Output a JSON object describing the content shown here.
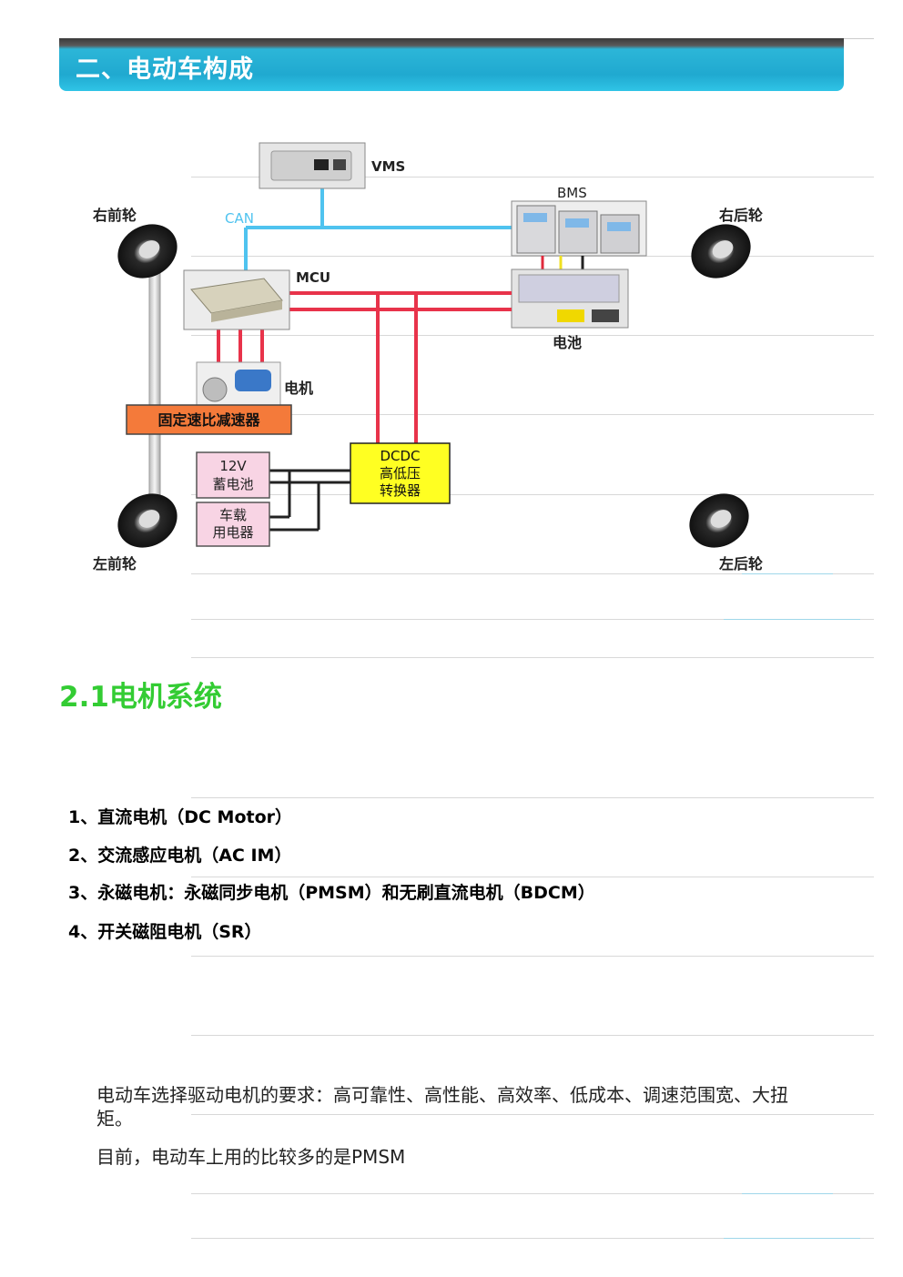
{
  "header": {
    "title": "二、电动车构成"
  },
  "diagram": {
    "vms": "VMS",
    "bms": "BMS",
    "can": "CAN",
    "mcu": "MCU",
    "battery": "电池",
    "motor": "电机",
    "reducer": "固定速比减速器",
    "dcdc_line1": "DCDC",
    "dcdc_line2": "高低压",
    "dcdc_line3": "转换器",
    "lv_battery_line1": "12V",
    "lv_battery_line2": "蓄电池",
    "onboard_line1": "车载",
    "onboard_line2": "用电器",
    "wheel_front_right": "右前轮",
    "wheel_rear_right": "右后轮",
    "wheel_front_left": "左前轮",
    "wheel_rear_left": "左后轮"
  },
  "section": {
    "title": "2.1电机系统",
    "items": [
      "1、直流电机（DC Motor）",
      "2、交流感应电机（AC IM）",
      "3、永磁电机：永磁同步电机（PMSM）和无刷直流电机（BDCM）",
      "4、开关磁阻电机（SR）"
    ],
    "para1": "电动车选择驱动电机的要求：高可靠性、高性能、高效率、低成本、调速范围宽、大扭矩。",
    "para2": "目前，电动车上用的比较多的是PMSM"
  }
}
